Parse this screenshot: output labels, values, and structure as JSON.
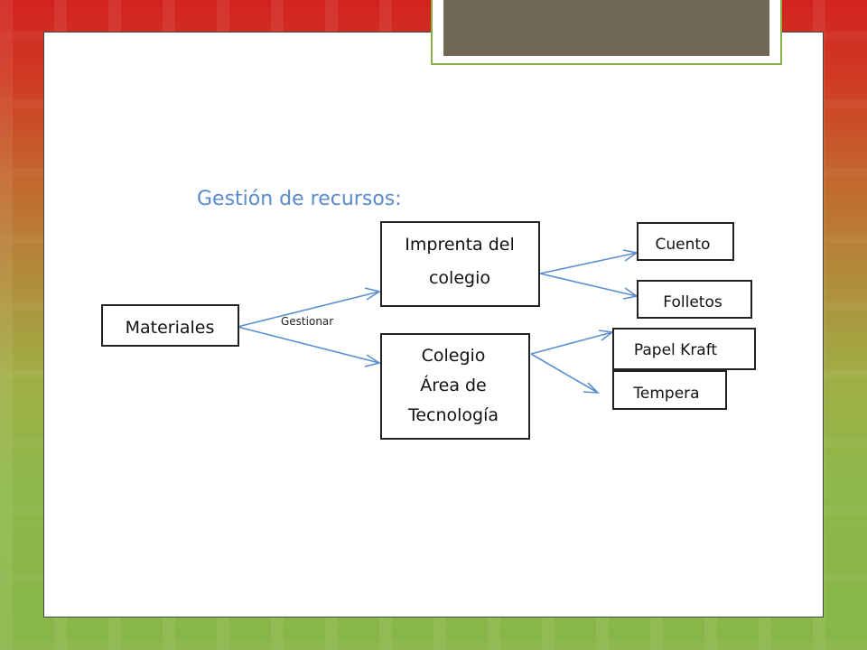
{
  "diagram": {
    "title": "Gestión de recursos:",
    "edge_label": "Gestionar",
    "nodes": {
      "materiales": "Materiales",
      "imprenta": [
        "Imprenta del",
        "colegio"
      ],
      "colegio": [
        "Colegio",
        "Área de",
        "Tecnología"
      ],
      "cuento": "Cuento",
      "folletos": "Folletos",
      "papel_kraft": "Papel Kraft",
      "tempera": "Tempera"
    }
  },
  "colors": {
    "arrow": "#5b8fd0",
    "title_text": "#5a8bcf",
    "title_block": "#706856",
    "frame_accent": "#86b146"
  }
}
